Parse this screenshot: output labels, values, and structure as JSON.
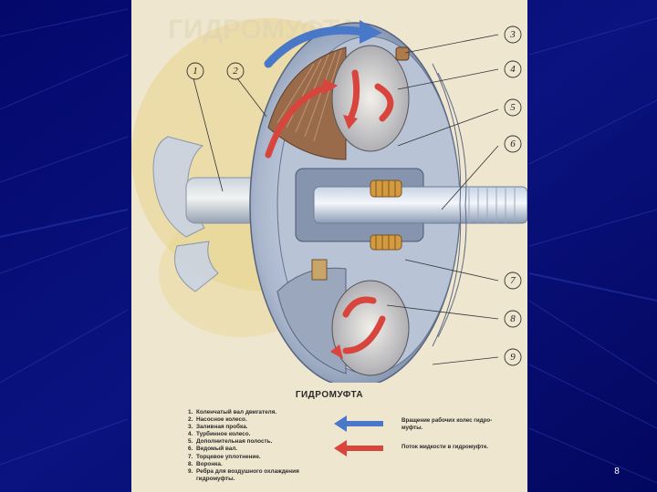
{
  "slide": {
    "page_number": "8",
    "background_color": "#050a6e"
  },
  "poster": {
    "title": "ГИДРОМУФТА",
    "callouts": [
      "1",
      "2",
      "3",
      "4",
      "5",
      "6",
      "7",
      "8",
      "9"
    ],
    "legend": [
      {
        "num": "1.",
        "text": "Коленчатый вал двигателя."
      },
      {
        "num": "2.",
        "text": "Насосное колесо."
      },
      {
        "num": "3.",
        "text": "Заливная пробка."
      },
      {
        "num": "4.",
        "text": "Турбинное колесо."
      },
      {
        "num": "5.",
        "text": "Дополнительная полость."
      },
      {
        "num": "6.",
        "text": "Ведомый вал."
      },
      {
        "num": "7.",
        "text": "Торцевое уплотнение."
      },
      {
        "num": "8.",
        "text": "Воронка."
      },
      {
        "num": "9.",
        "text": "Ребра для воздушного охлаждения"
      },
      {
        "num": "",
        "text": "гидромуфты."
      }
    ],
    "arrow_legend": {
      "blue_text": "Вращение рабочих колес гидро-муфты.",
      "red_text": "Поток жидкости в гидромуфте.",
      "blue_color": "#4a78c8",
      "red_color": "#d8453c"
    }
  }
}
